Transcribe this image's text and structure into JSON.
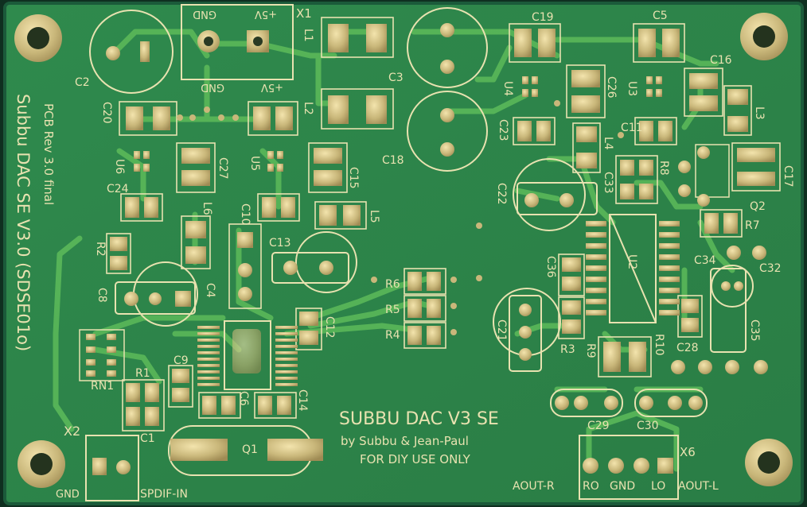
{
  "board": {
    "colors": {
      "substrate": "#1f6a3f",
      "copper_pour": "#2f8a4d",
      "trace": "#5dbb5a",
      "pad_gold": "#c9b77a",
      "pad_gold_dark": "#a8955f",
      "silkscreen": "#e8e2b0"
    },
    "connector_labels": {
      "x1": "X1",
      "gnd_top": "GND",
      "v5_top": "+5V",
      "gnd_mid": "GND",
      "v5_mid": "+5V",
      "x2": "X2",
      "gnd_bottom": "GND",
      "spdif": "SPDIF-IN",
      "x6": "X6",
      "aout_r": "AOUT-R",
      "ro": "RO",
      "gnd_out": "GND",
      "lo": "LO",
      "aout_l": "AOUT-L"
    },
    "side_text": {
      "rev": "PCB Rev 3.0 final",
      "name": "Subbu DAC SE V3.0 (SDSE01o)"
    },
    "title_block": {
      "title": "SUBBU DAC V3 SE",
      "authors": "by Subbu & Jean-Paul",
      "note": "FOR DIY USE ONLY"
    },
    "refs": {
      "C2": "C2",
      "C3": "C3",
      "C18": "C18",
      "C19": "C19",
      "C5": "C5",
      "C16": "C16",
      "L1": "L1",
      "L2": "L2",
      "L3": "L3",
      "L4": "L4",
      "L5": "L5",
      "L6": "L6",
      "C20": "C20",
      "C27": "C27",
      "C15": "C15",
      "U6": "U6",
      "U5": "U5",
      "U4": "U4",
      "U3": "U3",
      "C24": "C24",
      "C10": "C10",
      "C13": "C13",
      "C23": "C23",
      "C26": "C26",
      "C11": "C11",
      "C17": "C17",
      "Q2": "Q2",
      "R8": "R8",
      "C33": "C33",
      "C22": "C22",
      "R7": "R7",
      "R2": "R2",
      "C8": "C8",
      "C4": "C4",
      "R6": "R6",
      "R5": "R5",
      "R4": "R4",
      "C12": "C12",
      "U2": "U2",
      "C34": "C34",
      "C32": "C32",
      "C36": "C36",
      "C35": "C35",
      "C9": "C9",
      "R1": "R1",
      "RN1": "RN1",
      "C1": "C1",
      "C6": "C6",
      "C14": "C14",
      "Q1": "Q1",
      "C21": "C21",
      "R3": "R3",
      "R9": "R9",
      "R10": "R10",
      "C28": "C28",
      "C29": "C29",
      "C30": "C30"
    }
  }
}
